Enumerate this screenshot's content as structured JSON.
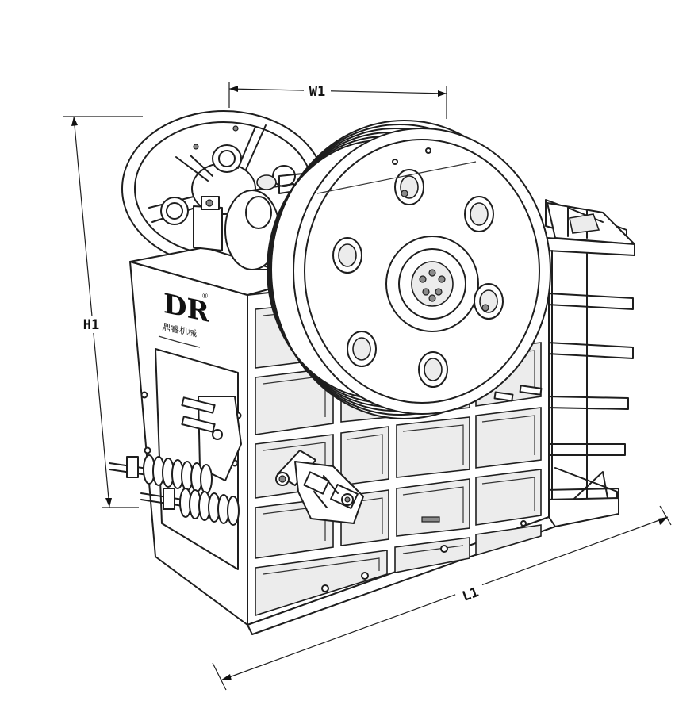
{
  "dimensions": {
    "width_label": "W1",
    "height_label": "H1",
    "length_label": "L1"
  },
  "logo": {
    "mark": "DR",
    "registered": "®",
    "subtitle": "鼎睿机械"
  },
  "colors": {
    "line": "#1e1e1e",
    "background": "#ffffff",
    "shade": "#ececec"
  }
}
